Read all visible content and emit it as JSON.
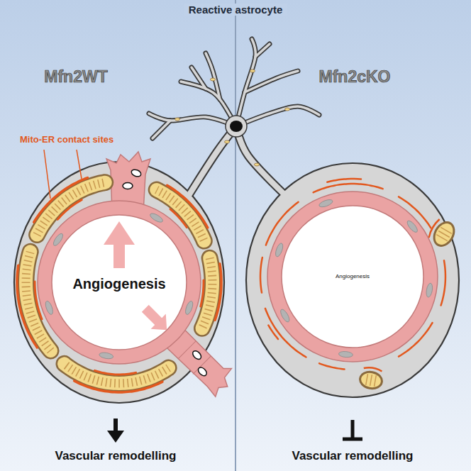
{
  "diagram": {
    "title": "Reactive astrocyte",
    "nodes": [
      {
        "text": [
          "Mfn2WT"
        ]
      },
      {
        "text": [
          "Mfn2cKO"
        ]
      }
    ],
    "labels": [
      "Mito-ER contact sites",
      "Angiogenesis",
      "Angiogenesis",
      "Vascular remodelling",
      "Vascular remodelling"
    ]
  }
}
